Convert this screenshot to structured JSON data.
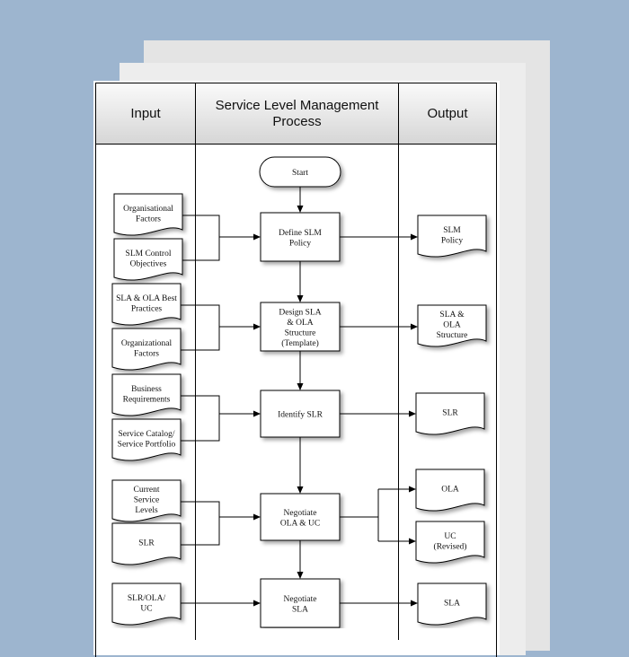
{
  "columns": {
    "input": "Input",
    "process": "Service Level Management Process",
    "output": "Output"
  },
  "process_nodes": [
    {
      "id": "start",
      "shape": "terminator",
      "lines": [
        "Start"
      ]
    },
    {
      "id": "define",
      "shape": "process",
      "lines": [
        "Define SLM",
        "Policy"
      ]
    },
    {
      "id": "design",
      "shape": "process",
      "lines": [
        "Design SLA",
        "& OLA",
        "Structure",
        "(Template)"
      ]
    },
    {
      "id": "identify",
      "shape": "process",
      "lines": [
        "Identify SLR"
      ]
    },
    {
      "id": "negotiate_ola",
      "shape": "process",
      "lines": [
        "Negotiate",
        "OLA & UC"
      ]
    },
    {
      "id": "negotiate_sla",
      "shape": "process",
      "lines": [
        "Negotiate",
        "SLA"
      ]
    }
  ],
  "input_docs": [
    {
      "id": "in1",
      "lines": [
        "Organisational",
        "Factors"
      ]
    },
    {
      "id": "in2",
      "lines": [
        "SLM Control",
        "Objectives"
      ]
    },
    {
      "id": "in3",
      "lines": [
        "SLA & OLA Best",
        "Practices"
      ]
    },
    {
      "id": "in4",
      "lines": [
        "Organizational",
        "Factors"
      ]
    },
    {
      "id": "in5",
      "lines": [
        "Business",
        "Requirements"
      ]
    },
    {
      "id": "in6",
      "lines": [
        "Service Catalog/",
        "Service Portfolio"
      ]
    },
    {
      "id": "in7",
      "lines": [
        "Current",
        "Service",
        "Levels"
      ]
    },
    {
      "id": "in8",
      "lines": [
        "SLR"
      ]
    },
    {
      "id": "in9",
      "lines": [
        "SLR/OLA/",
        "UC"
      ]
    }
  ],
  "output_docs": [
    {
      "id": "out1",
      "lines": [
        "SLM",
        "Policy"
      ]
    },
    {
      "id": "out2",
      "lines": [
        "SLA &",
        "OLA",
        "Structure"
      ]
    },
    {
      "id": "out3",
      "lines": [
        "SLR"
      ]
    },
    {
      "id": "out4",
      "lines": [
        "OLA"
      ]
    },
    {
      "id": "out5",
      "lines": [
        "UC",
        "(Revised)"
      ]
    },
    {
      "id": "out6",
      "lines": [
        "SLA"
      ]
    }
  ]
}
